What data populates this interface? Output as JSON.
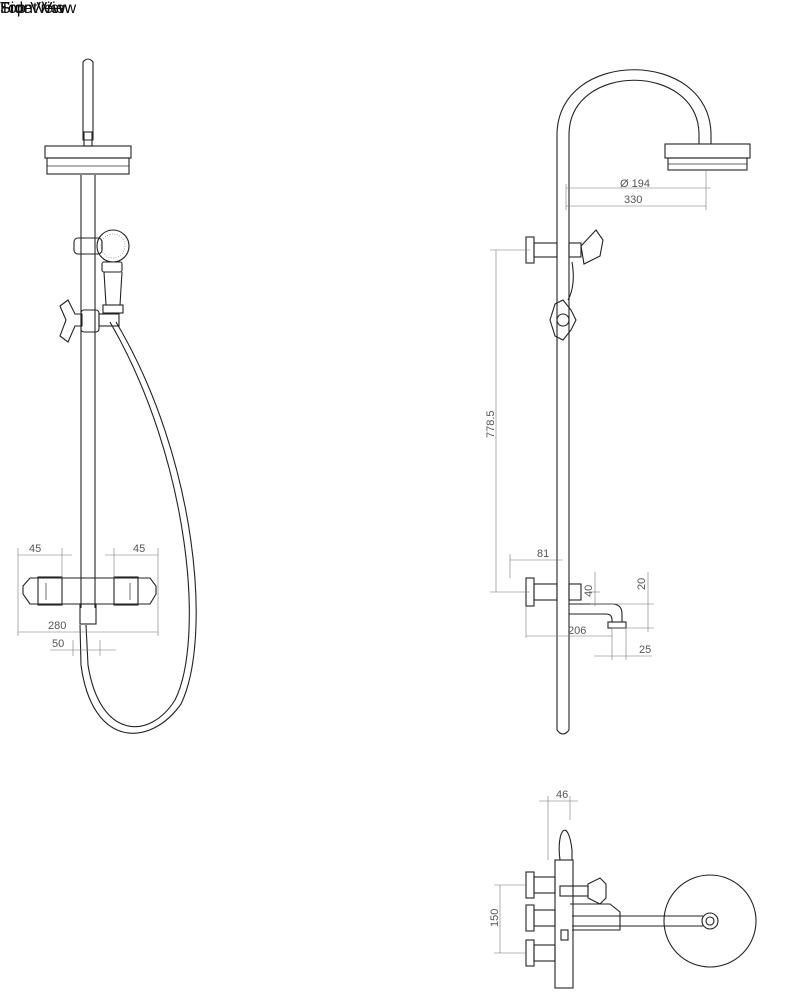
{
  "views": {
    "front": {
      "title": "Front View"
    },
    "side": {
      "title": "Side View"
    },
    "top": {
      "title": "Top View"
    }
  },
  "dimensions": {
    "front": {
      "left_45": "45",
      "right_45": "45",
      "width_280": "280",
      "offset_50": "50"
    },
    "side": {
      "head_diameter": "Ø 194",
      "arm_330": "330",
      "height_778_5": "778.5",
      "offset_81": "81",
      "h_40": "40",
      "h_20": "20",
      "spout_206": "206",
      "spout_25": "25"
    },
    "top": {
      "w_46": "46",
      "h_150": "150"
    }
  }
}
